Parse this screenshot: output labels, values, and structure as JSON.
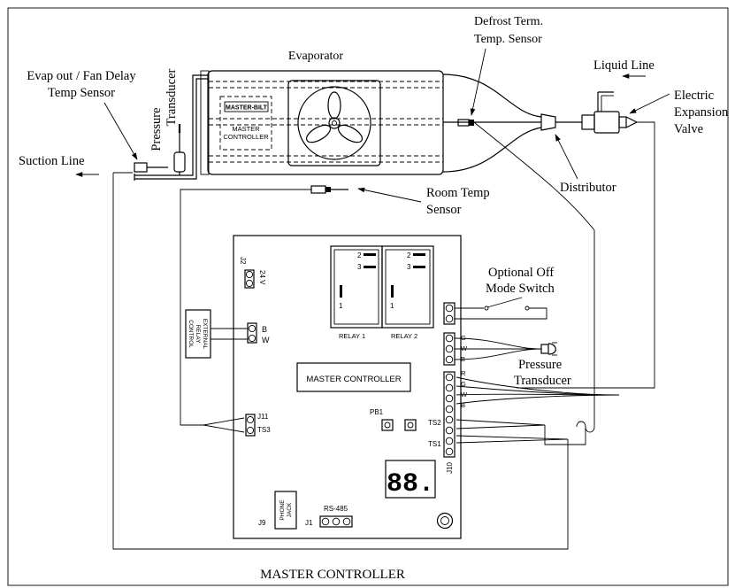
{
  "labels": {
    "evaporator": "Evaporator",
    "pressure_transducer_top_1": "Pressure",
    "pressure_transducer_top_2": "Transducer",
    "evap_out_1": "Evap out / Fan Delay",
    "evap_out_2": "Temp Sensor",
    "suction_line": "Suction Line",
    "defrost_1": "Defrost Term.",
    "defrost_2": "Temp. Sensor",
    "liquid_line": "Liquid Line",
    "eev_1": "Electric",
    "eev_2": "Expansion",
    "eev_3": "Valve",
    "distributor": "Distributor",
    "room_temp_1": "Room Temp",
    "room_temp_2": "Sensor",
    "off_switch_1": "Optional Off",
    "off_switch_2": "Mode Switch",
    "pressure_transducer_1": "Pressure",
    "pressure_transducer_2": "Transducer",
    "caption": "MASTER CONTROLLER"
  },
  "evaporator_panel": {
    "logo_text": "MASTER-BILT",
    "controller_1": "MASTER",
    "controller_2": "CONTROLLER"
  },
  "board": {
    "j2": "J2",
    "v24": "24 V",
    "ext_relay_1": "EXTERNAL",
    "ext_relay_2": "RELAY",
    "ext_relay_3": "CONTROL",
    "b_label": "B",
    "w_label": "W",
    "relay1": "RELAY 1",
    "relay2": "RELAY 2",
    "relay_pin_2": "2",
    "relay_pin_3": "3",
    "relay_pin_1": "1",
    "chip_label": "MASTER CONTROLLER",
    "pb1": "PB1",
    "j11": "J11",
    "ts3": "TS3",
    "ts2": "TS2",
    "ts1": "TS1",
    "j10": "J10",
    "display": "88.",
    "phone_jack_1": "PHONE",
    "phone_jack_2": "JACK",
    "j9": "J9",
    "j1": "J1",
    "rs485": "RS-485",
    "wire_g1": "G",
    "wire_w1": "W",
    "wire_b1": "B",
    "wire_r": "R",
    "wire_g2": "G",
    "wire_w2": "W",
    "wire_b2": "B"
  }
}
